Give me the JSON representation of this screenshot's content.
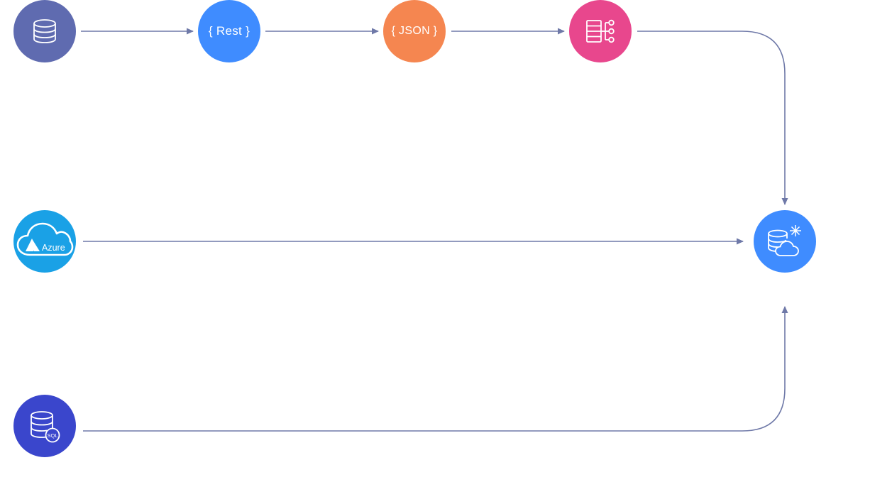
{
  "nodes": {
    "source_database": {
      "icon": "database-icon",
      "color": "#5f6bb0"
    },
    "rest": {
      "label": "{ Rest }",
      "color": "#3f8cff"
    },
    "json": {
      "label": "{ JSON }",
      "color": "#f58650"
    },
    "table_transform": {
      "icon": "table-tree-icon",
      "color": "#e8478d"
    },
    "azure": {
      "label": "Azure",
      "icon": "azure-cloud-icon",
      "color": "#1aa1e6"
    },
    "sql_database": {
      "label": "SQL",
      "icon": "sql-database-icon",
      "color": "#3a46cc"
    },
    "snowflake_target": {
      "icon": "database-cloud-snowflake-icon",
      "color": "#3f8cff"
    }
  },
  "connectors": {
    "color": "#6f79a8"
  }
}
